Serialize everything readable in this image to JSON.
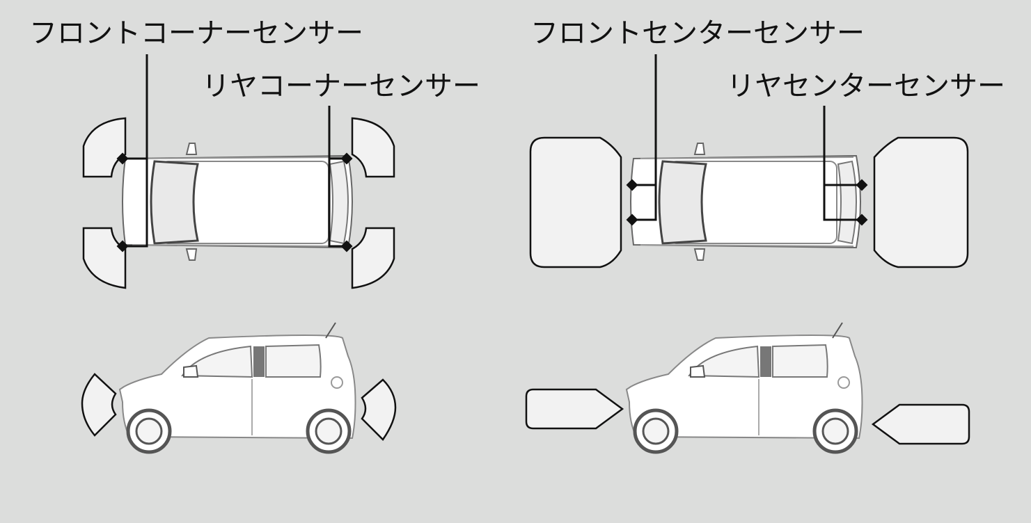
{
  "labels": {
    "front_corner": "フロントコーナーセンサー",
    "rear_corner": "リヤコーナーセンサー",
    "front_center": "フロントセンターセンサー",
    "rear_center": "リヤセンターセンサー"
  },
  "colors": {
    "background": "#dcdddc",
    "zone_fill": "#f2f2f2",
    "car_body": "#ffffff",
    "outline": "#111111"
  }
}
